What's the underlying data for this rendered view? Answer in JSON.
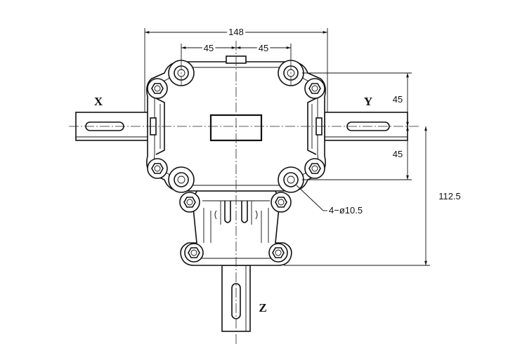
{
  "labels": {
    "shaft_x": "X",
    "shaft_y": "Y",
    "shaft_z": "Z"
  },
  "dimensions": {
    "overall_width": "148",
    "left_bolt_offset": "45",
    "right_bolt_offset": "45",
    "upper_bolt_offset": "45",
    "lower_bolt_offset": "45",
    "z_height": "112.5",
    "hole_callout": "4−ø10.5"
  }
}
